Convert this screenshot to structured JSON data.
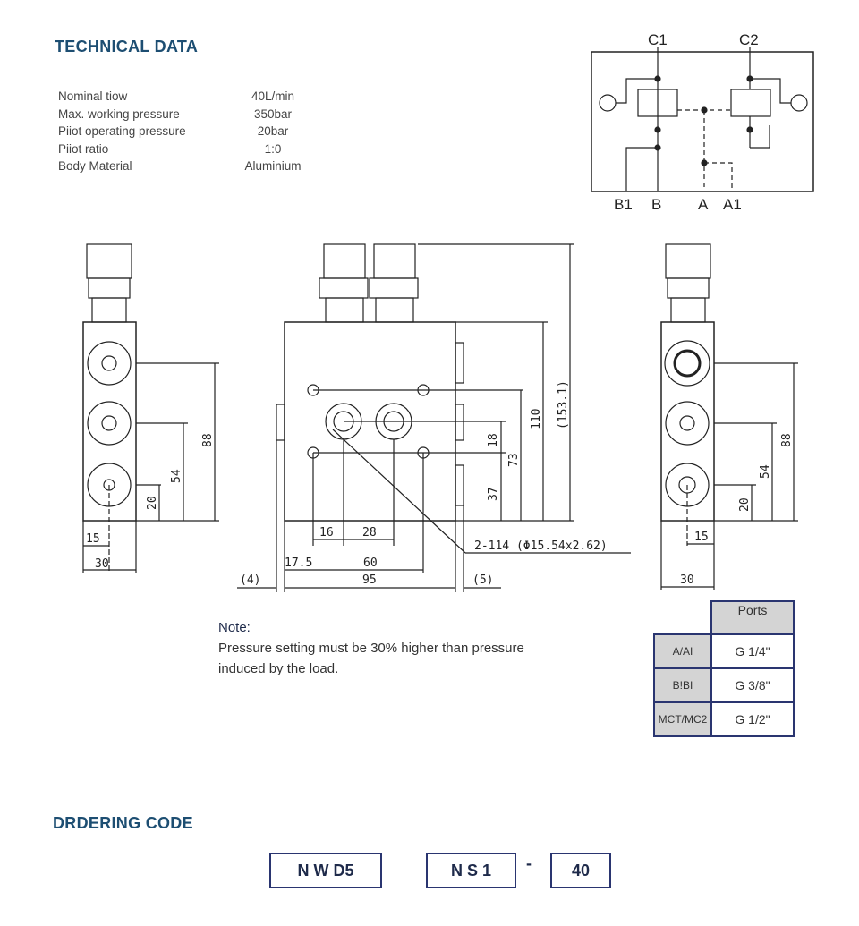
{
  "technical_data": {
    "title": "TECHNICAL DATA",
    "rows": [
      {
        "label": "Nominal tiow",
        "value": "40L/min"
      },
      {
        "label": "Max. working pressure",
        "value": "350bar"
      },
      {
        "label": "Piiot operating pressure",
        "value": "20bar"
      },
      {
        "label": "Piiot ratio",
        "value": "1:0"
      },
      {
        "label": "Body Material",
        "value": "Aluminium"
      }
    ]
  },
  "schematic": {
    "labels": {
      "c1": "C1",
      "c2": "C2",
      "b1": "B1",
      "b": "B",
      "a": "A",
      "a1": "A1"
    }
  },
  "drawing": {
    "left_view": {
      "d15": "15",
      "d30": "30",
      "d20": "20",
      "d54": "54",
      "d88": "88"
    },
    "front_view": {
      "d16": "16",
      "d28": "28",
      "d17_5": "17.5",
      "d60": "60",
      "d95": "95",
      "d4": "(4)",
      "d5": "(5)",
      "d18": "18",
      "d37": "37",
      "d73": "73",
      "d110": "110",
      "d153": "(153.1)",
      "oring": "2-114 (Φ15.54x2.62)"
    },
    "right_view": {
      "d15": "15",
      "d30": "30",
      "d20": "20",
      "d54": "54",
      "d88": "88"
    }
  },
  "note": {
    "title": "Note:",
    "line1": "Pressure setting must be 30% higher than pressure",
    "line2": "induced by the load."
  },
  "ports_table": {
    "header": "Ports",
    "rows": [
      {
        "port": "A/AI",
        "size": "G 1/4\""
      },
      {
        "port": "B!BI",
        "size": "G 3/8\""
      },
      {
        "port": "MCT/MC2",
        "size": "G 1/2\""
      }
    ]
  },
  "ordering_code": {
    "title": "DRDERING CODE",
    "parts": [
      "N W D5",
      "N S 1",
      "40"
    ],
    "separator": "-"
  }
}
